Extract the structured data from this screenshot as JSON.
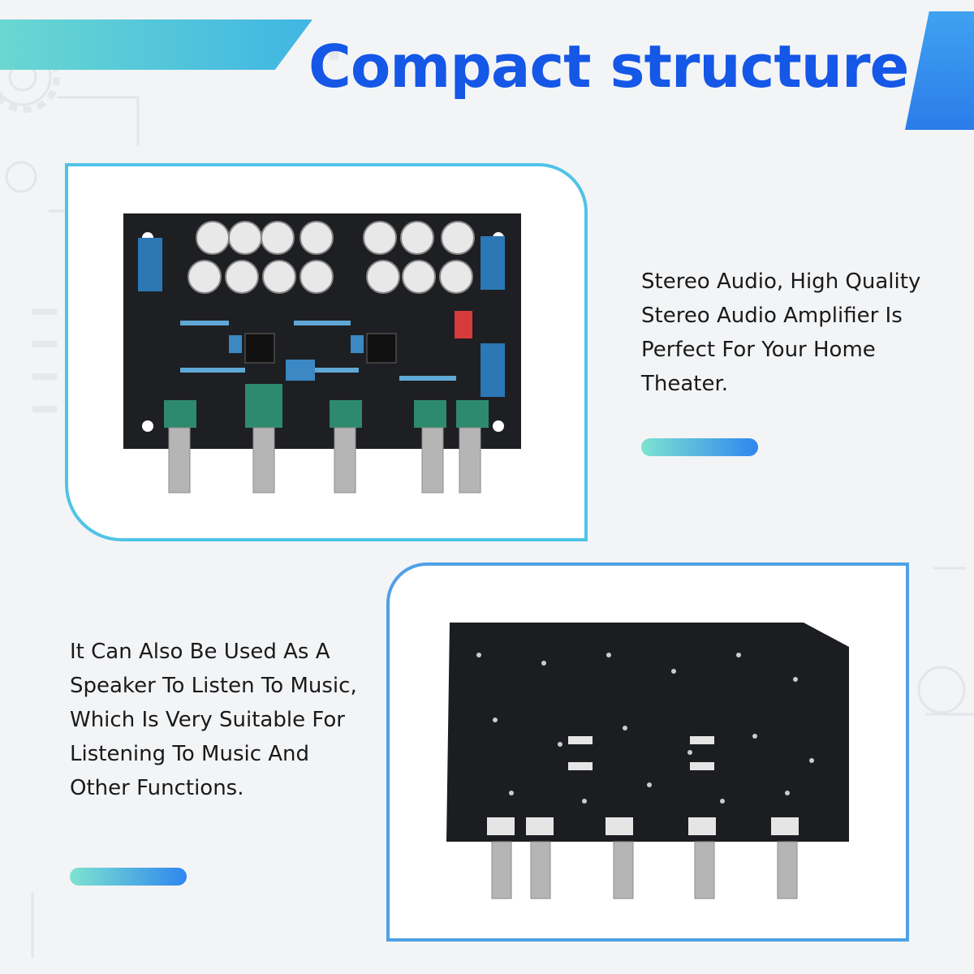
{
  "title": "Compact structure",
  "captions": {
    "top_right": "Stereo Audio, High Quality Stereo Audio Amplifier Is Perfect For Your Home Theater.",
    "bottom_left": "It Can Also Be Used As A Speaker To Listen To Music, Which Is Very Suitable For Listening To Music And Other Functions."
  },
  "colors": {
    "title": "#1557e6",
    "accent_teal": "#4fc3e6",
    "accent_blue": "#2f86ef",
    "board": "#1e1f22"
  },
  "icons": [
    "gear-icon",
    "circuit-trace-icon"
  ]
}
